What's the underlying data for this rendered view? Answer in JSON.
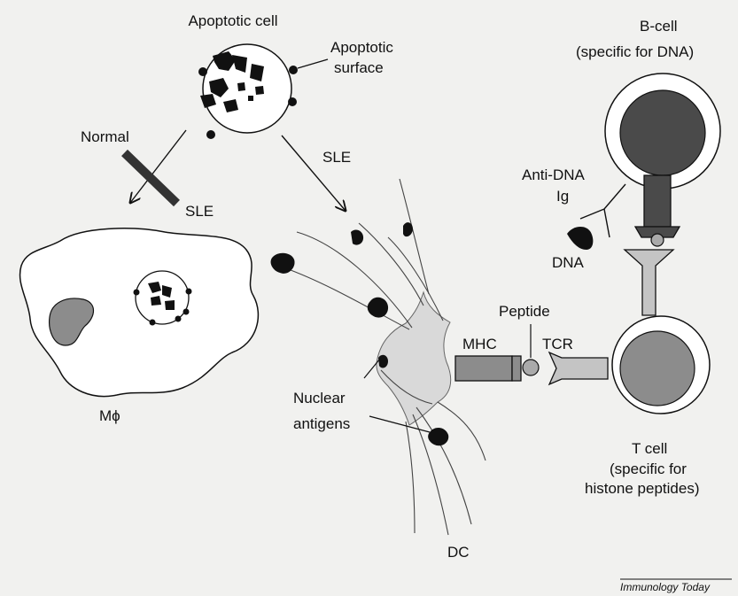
{
  "labels": {
    "apoptotic_cell": "Apoptotic cell",
    "apoptotic_surface_line1": "Apoptotic",
    "apoptotic_surface_line2": "surface",
    "normal": "Normal",
    "sle_left": "SLE",
    "sle_top": "SLE",
    "macrophage": "Mϕ",
    "nuclear_antigens_line1": "Nuclear",
    "nuclear_antigens_line2": "antigens",
    "dc": "DC",
    "bcell_line1": "B-cell",
    "bcell_line2": "(specific for DNA)",
    "antidna_line1": "Anti-DNA",
    "antidna_line2": "Ig",
    "dna": "DNA",
    "peptide": "Peptide",
    "mhc": "MHC",
    "tcr": "TCR",
    "tcell_line1": "T cell",
    "tcell_line2": "(specific for",
    "tcell_line3": "histone peptides)",
    "credit": "Immunology Today"
  },
  "colors": {
    "background": "#f1f1ef",
    "ink": "#111111",
    "dark_gray": "#4a4a4a",
    "mid_gray": "#8c8c8c",
    "light_gray": "#c4c4c4",
    "dc_fill": "#d9d9d9"
  }
}
